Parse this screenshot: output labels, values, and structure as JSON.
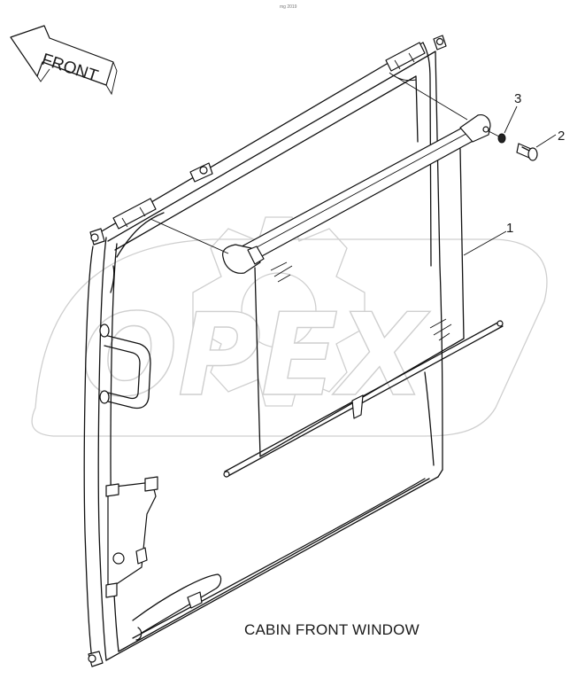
{
  "caption": "CABIN FRONT WINDOW",
  "front_arrow_label": "FRONT",
  "watermark": "OPEX",
  "corner_mark": "mg 2019",
  "callouts": [
    {
      "id": "1",
      "text": "1"
    },
    {
      "id": "2",
      "text": "2"
    },
    {
      "id": "3",
      "text": "3"
    }
  ],
  "colors": {
    "line": "#111111",
    "watermark": "#cfcfcf",
    "background": "#ffffff"
  }
}
